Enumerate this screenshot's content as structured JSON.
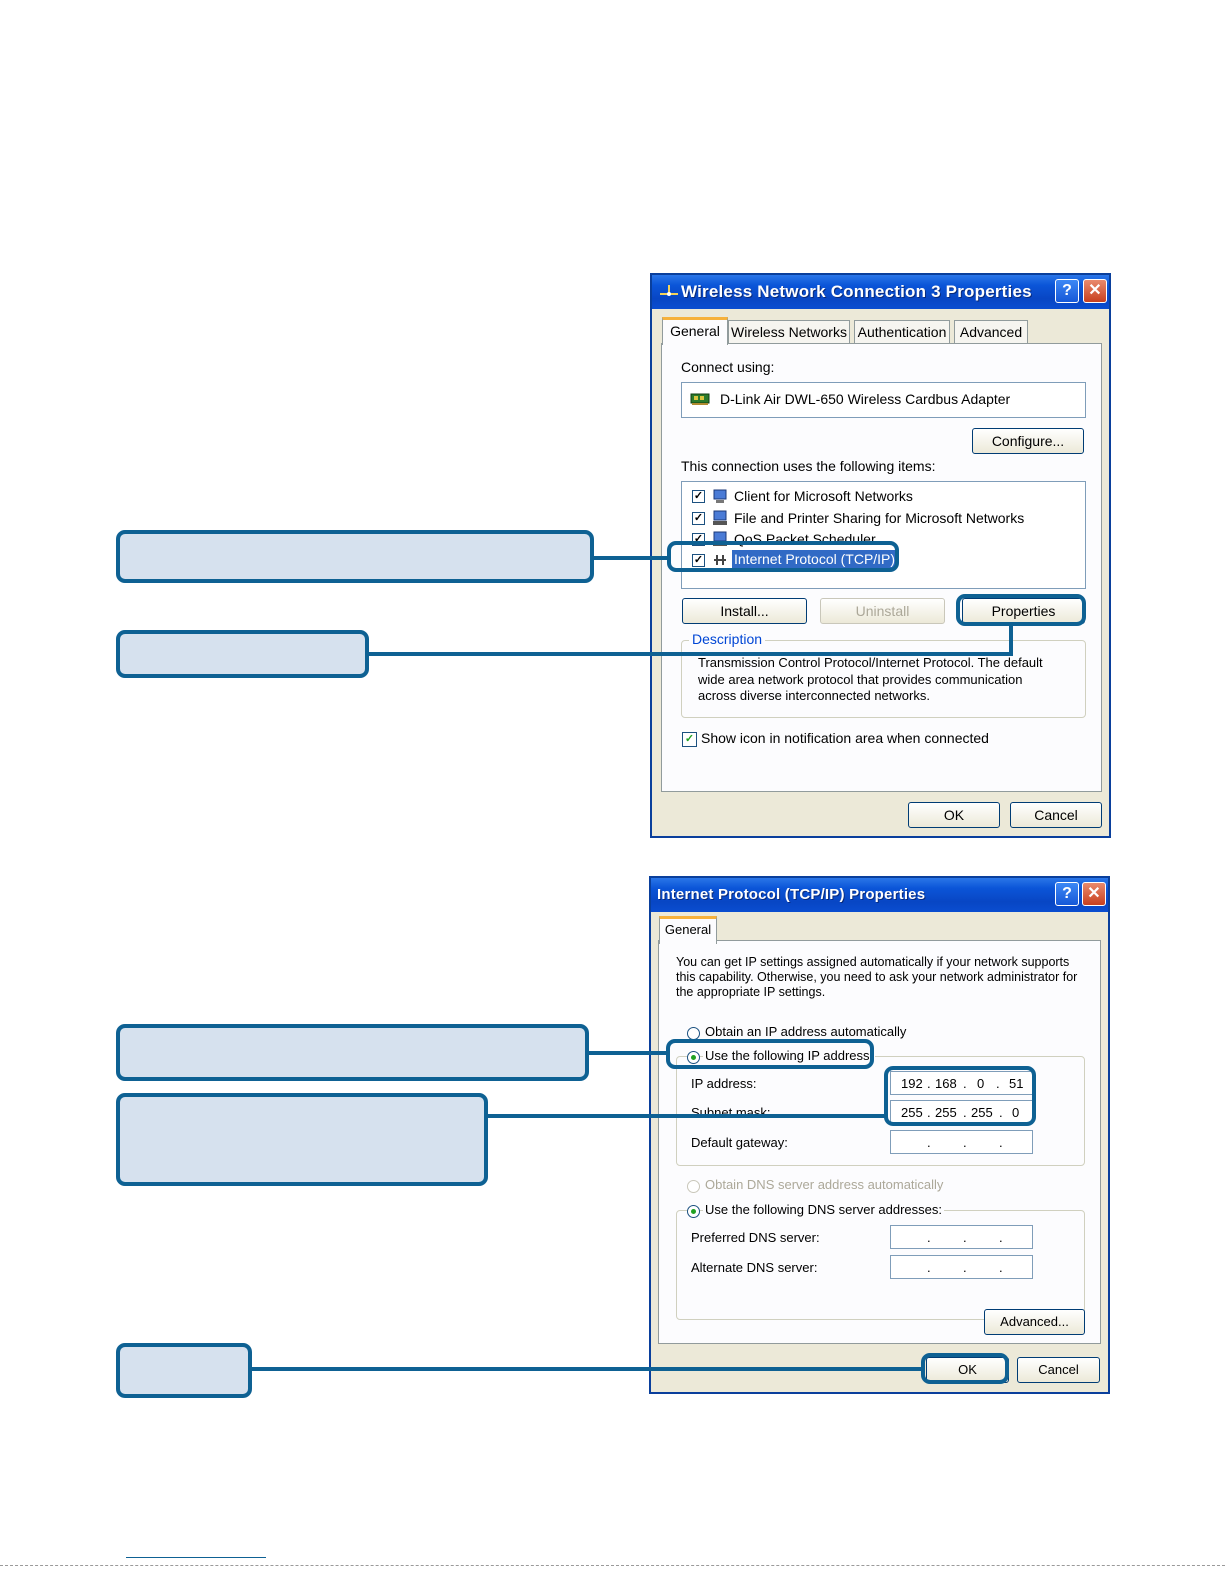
{
  "colors": {
    "callout_border": "#0e6193",
    "callout_fill": "#d6e1ee",
    "xp_title": "#0b55d8"
  },
  "win1": {
    "title": "Wireless Network Connection 3 Properties",
    "tabs": [
      "General",
      "Wireless Networks",
      "Authentication",
      "Advanced"
    ],
    "connect_using_label": "Connect using:",
    "adapter_name": "D-Link Air DWL-650 Wireless Cardbus Adapter",
    "configure_button": "Configure...",
    "items_label": "This connection uses the following items:",
    "items": [
      {
        "label": "Client for Microsoft Networks",
        "checked": true,
        "icon": "network-client-icon"
      },
      {
        "label": "File and Printer Sharing for Microsoft Networks",
        "checked": true,
        "icon": "file-sharing-icon"
      },
      {
        "label": "QoS Packet Scheduler",
        "checked": true,
        "icon": "scheduler-icon"
      },
      {
        "label": "Internet Protocol (TCP/IP)",
        "checked": true,
        "selected": true,
        "icon": "protocol-icon"
      }
    ],
    "install_button": "Install...",
    "uninstall_button": "Uninstall",
    "properties_button": "Properties",
    "description_label": "Description",
    "description_lines": [
      "Transmission Control Protocol/Internet Protocol. The default",
      "wide area network protocol that provides communication",
      "across diverse interconnected networks."
    ],
    "show_icon_label": "Show icon in notification area when connected",
    "ok_button": "OK",
    "cancel_button": "Cancel"
  },
  "win2": {
    "title": "Internet Protocol (TCP/IP) Properties",
    "tab": "General",
    "intro_lines": [
      "You can get IP settings assigned automatically if your network supports",
      "this capability. Otherwise, you need to ask your network administrator for",
      "the appropriate IP settings."
    ],
    "obtain_ip_auto": "Obtain an IP address automatically",
    "use_following_ip": "Use the following IP address:",
    "ip_label": "IP address:",
    "ip_value": [
      "192",
      "168",
      "0",
      "51"
    ],
    "subnet_label": "Subnet mask:",
    "subnet_value": [
      "255",
      "255",
      "255",
      "0"
    ],
    "gateway_label": "Default gateway:",
    "obtain_dns_auto": "Obtain DNS server address automatically",
    "use_following_dns": "Use the following DNS server addresses:",
    "preferred_dns_label": "Preferred DNS server:",
    "alternate_dns_label": "Alternate DNS server:",
    "advanced_button": "Advanced...",
    "ok_button": "OK",
    "cancel_button": "Cancel"
  }
}
